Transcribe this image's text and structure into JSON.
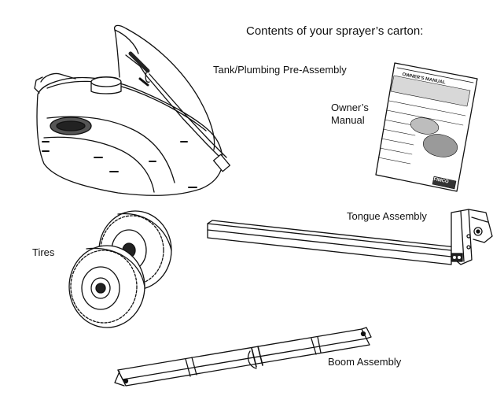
{
  "page": {
    "title": "Contents of  your sprayer’s carton:"
  },
  "labels": {
    "tank": "Tank/Plumbing Pre-Assembly",
    "manual_line1": "Owner’s",
    "manual_line2": "Manual",
    "tongue": "Tongue Assembly",
    "tires": "Tires",
    "boom": "Boom Assembly"
  },
  "manual_cover": {
    "heading": "OWNER'S MANUAL",
    "brand": "FIMCO"
  }
}
